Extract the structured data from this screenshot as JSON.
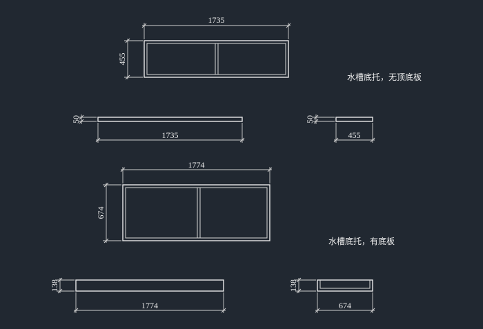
{
  "colors": {
    "background": "#212831",
    "line": "#e8e8e8"
  },
  "drawing": {
    "top_set": {
      "frame_width": "1735",
      "frame_depth": "455",
      "side_thickness": "50",
      "side_length": "1735",
      "end_thickness": "50",
      "end_length": "455",
      "note": "水槽底托，无顶底板"
    },
    "bottom_set": {
      "frame_width": "1774",
      "frame_depth": "674",
      "side_thickness": "138",
      "side_length": "1774",
      "end_thickness": "138",
      "end_length": "674",
      "note": "水槽底托，有底板"
    }
  }
}
